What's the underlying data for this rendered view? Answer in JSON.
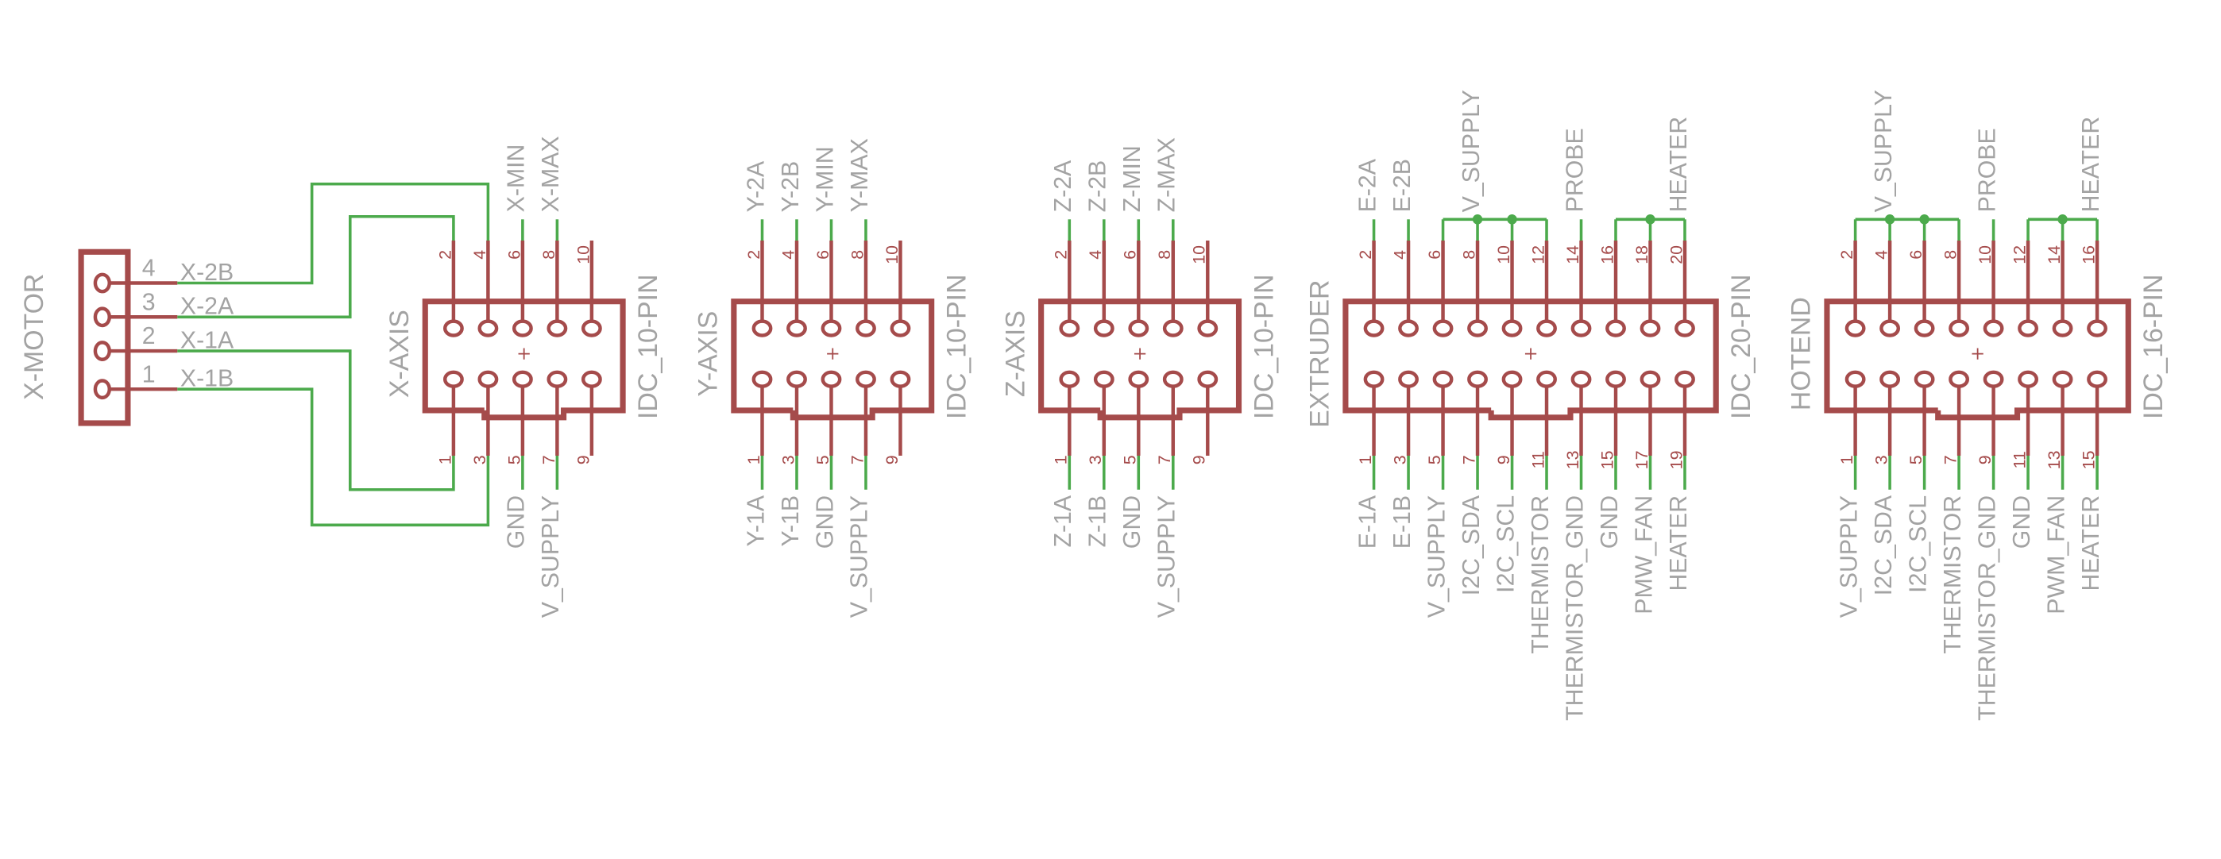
{
  "colors": {
    "part": "#a54b4b",
    "wire": "#4caa4c",
    "text": "#a3a3a3"
  },
  "motor": {
    "name": "X-MOTOR",
    "pins": [
      {
        "num": "4",
        "net": "X-2B"
      },
      {
        "num": "3",
        "net": "X-2A"
      },
      {
        "num": "2",
        "net": "X-1A"
      },
      {
        "num": "1",
        "net": "X-1B"
      }
    ]
  },
  "connectors": [
    {
      "name": "X-AXIS",
      "value": "IDC_10-PIN",
      "pins": 10,
      "top": {
        "2": "",
        "4": "",
        "6": "X-MIN",
        "8": "X-MAX",
        "10": ""
      },
      "bottom": {
        "1": "",
        "3": "",
        "5": "GND",
        "7": "V_SUPPLY",
        "9": ""
      },
      "buses": []
    },
    {
      "name": "Y-AXIS",
      "value": "IDC_10-PIN",
      "pins": 10,
      "top": {
        "2": "Y-2A",
        "4": "Y-2B",
        "6": "Y-MIN",
        "8": "Y-MAX",
        "10": ""
      },
      "bottom": {
        "1": "Y-1A",
        "3": "Y-1B",
        "5": "GND",
        "7": "V_SUPPLY",
        "9": ""
      },
      "buses": []
    },
    {
      "name": "Z-AXIS",
      "value": "IDC_10-PIN",
      "pins": 10,
      "top": {
        "2": "Z-2A",
        "4": "Z-2B",
        "6": "Z-MIN",
        "8": "Z-MAX",
        "10": ""
      },
      "bottom": {
        "1": "Z-1A",
        "3": "Z-1B",
        "5": "GND",
        "7": "V_SUPPLY",
        "9": ""
      },
      "buses": []
    },
    {
      "name": "EXTRUDER",
      "value": "IDC_20-PIN",
      "pins": 20,
      "top": {
        "2": "E-2A",
        "4": "E-2B",
        "6": "",
        "8": "V_SUPPLY",
        "10": "",
        "12": "",
        "14": "PROBE",
        "16": "",
        "18": "",
        "20": "HEATER"
      },
      "bottom": {
        "1": "E-1A",
        "3": "E-1B",
        "5": "V_SUPPLY",
        "7": "I2C_SDA",
        "9": "I2C_SCL",
        "11": "THERMISTOR",
        "13": "THERMISTOR_GND",
        "15": "GND",
        "17": "PMW_FAN",
        "19": "HEATER"
      },
      "buses": [
        {
          "pins": [
            "6",
            "8",
            "10",
            "12"
          ],
          "junctions": [
            "8",
            "10"
          ]
        },
        {
          "pins": [
            "16",
            "18",
            "20"
          ],
          "junctions": [
            "18"
          ]
        }
      ]
    },
    {
      "name": "HOTEND",
      "value": "IDC_16-PIN",
      "pins": 16,
      "top": {
        "2": "",
        "4": "V_SUPPLY",
        "6": "",
        "8": "",
        "10": "PROBE",
        "12": "",
        "14": "",
        "16": "HEATER"
      },
      "bottom": {
        "1": "V_SUPPLY",
        "3": "I2C_SDA",
        "5": "I2C_SCL",
        "7": "THERMISTOR",
        "9": "THERMISTOR_GND",
        "11": "GND",
        "13": "PWM_FAN",
        "15": "HEATER"
      },
      "buses": [
        {
          "pins": [
            "2",
            "4",
            "6",
            "8"
          ],
          "junctions": [
            "4",
            "6"
          ]
        },
        {
          "pins": [
            "12",
            "14",
            "16"
          ],
          "junctions": [
            "14"
          ]
        }
      ]
    }
  ]
}
